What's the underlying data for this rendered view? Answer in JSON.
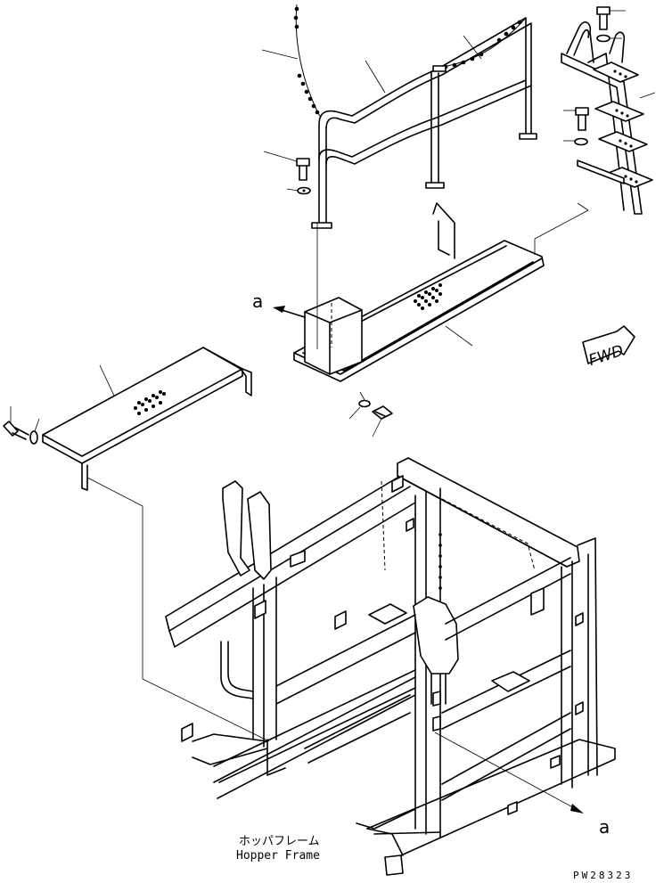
{
  "labels": {
    "view_mark_top": "a",
    "view_mark_bottom": "a",
    "fwd": "FWD",
    "frame_jp": "ホッパフレーム",
    "frame_en": "Hopper Frame",
    "drawing_code": "PW28323"
  }
}
